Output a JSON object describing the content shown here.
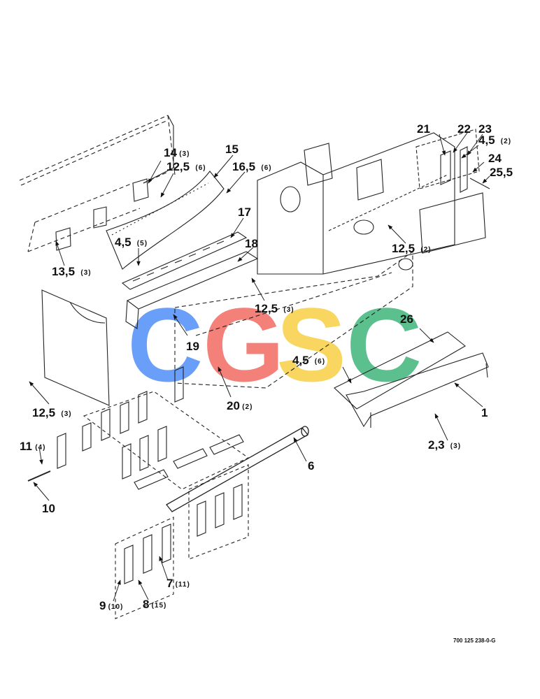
{
  "figure_number": "700 125 238-0-G",
  "watermark": {
    "letters": [
      "C",
      "G",
      "S",
      "C"
    ],
    "colors": [
      "#4f8ff7",
      "#f26b62",
      "#f8cf44",
      "#3fb67a"
    ]
  },
  "callouts": [
    {
      "id": "c1",
      "label": "1",
      "qty": ""
    },
    {
      "id": "c2",
      "label": "2,3",
      "qty": "(3)"
    },
    {
      "id": "c3",
      "label": "4,5",
      "qty": "(5)"
    },
    {
      "id": "c4",
      "label": "4,5",
      "qty": "(6)"
    },
    {
      "id": "c5",
      "label": "4,5",
      "qty": "(2)"
    },
    {
      "id": "c6",
      "label": "6",
      "qty": ""
    },
    {
      "id": "c7",
      "label": "7",
      "qty": "(11)"
    },
    {
      "id": "c8",
      "label": "8",
      "qty": "(15)"
    },
    {
      "id": "c9",
      "label": "9",
      "qty": "(10)"
    },
    {
      "id": "c10",
      "label": "10",
      "qty": ""
    },
    {
      "id": "c11",
      "label": "11",
      "qty": "(4)"
    },
    {
      "id": "c12",
      "label": "12,5",
      "qty": "(6)"
    },
    {
      "id": "c13",
      "label": "12,5",
      "qty": "(3)"
    },
    {
      "id": "c14",
      "label": "12,5",
      "qty": "(3)"
    },
    {
      "id": "c15",
      "label": "12,5",
      "qty": "(2)"
    },
    {
      "id": "c16",
      "label": "13,5",
      "qty": "(3)"
    },
    {
      "id": "c17",
      "label": "14",
      "qty": "(3)"
    },
    {
      "id": "c18",
      "label": "15",
      "qty": ""
    },
    {
      "id": "c19",
      "label": "16,5",
      "qty": "(6)"
    },
    {
      "id": "c20",
      "label": "17",
      "qty": ""
    },
    {
      "id": "c21",
      "label": "18",
      "qty": ""
    },
    {
      "id": "c22",
      "label": "19",
      "qty": ""
    },
    {
      "id": "c23",
      "label": "20",
      "qty": "(2)"
    },
    {
      "id": "c24",
      "label": "21",
      "qty": ""
    },
    {
      "id": "c25",
      "label": "22",
      "qty": ""
    },
    {
      "id": "c26",
      "label": "23",
      "qty": ""
    },
    {
      "id": "c27",
      "label": "24",
      "qty": ""
    },
    {
      "id": "c28",
      "label": "25,5",
      "qty": ""
    },
    {
      "id": "c29",
      "label": "26",
      "qty": ""
    }
  ]
}
